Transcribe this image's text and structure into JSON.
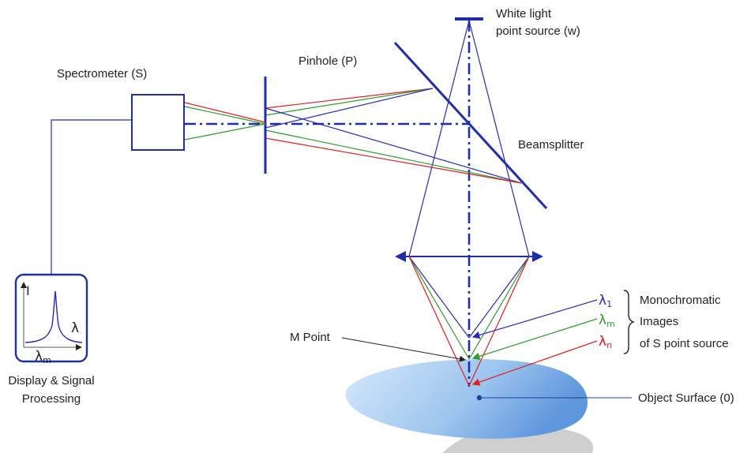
{
  "labels": {
    "white_light": "White light",
    "point_source": "point source (w)",
    "pinhole": "Pinhole (P)",
    "spectrometer": "Spectrometer (S)",
    "beamsplitter": "Beamsplitter",
    "display": "Display & Signal",
    "processing": "Processing",
    "m_point": "M Point",
    "object_surface": "Object Surface (0)",
    "mono_1": "Monochromatic",
    "mono_2": "Images",
    "mono_3": "of S point source"
  },
  "graph": {
    "y_axis": "I",
    "x_axis": "λ",
    "peak_label": "λ",
    "peak_sub": "m"
  },
  "wavelengths": [
    {
      "symbol": "λ",
      "sub": "1",
      "color": "#2a2ab8"
    },
    {
      "symbol": "λ",
      "sub": "m",
      "color": "#2e9b2e"
    },
    {
      "symbol": "λ",
      "sub": "n",
      "color": "#e02020"
    }
  ],
  "colors": {
    "optics": "#1f2fa8",
    "blue_ray": "#2a2ab8",
    "green_ray": "#2e9b2e",
    "red_ray": "#e02020",
    "surface": "#a9cdf0",
    "surface_dot": "#1f3f9f"
  }
}
